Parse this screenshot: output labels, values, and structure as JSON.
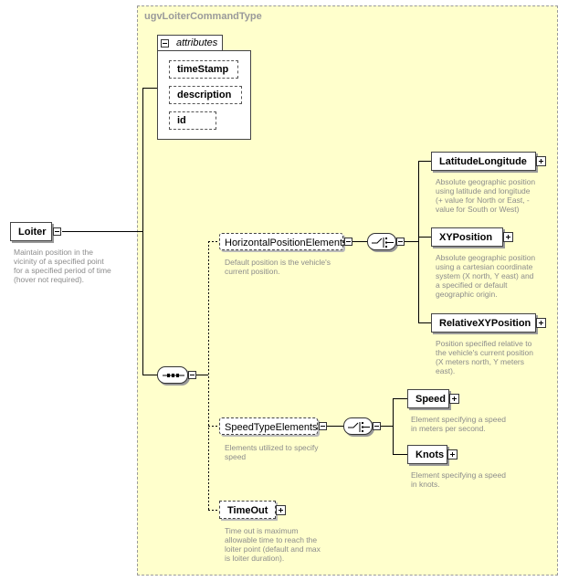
{
  "type_title": "ugvLoiterCommandType",
  "attributes": {
    "label": "attributes",
    "items": [
      "timeStamp",
      "description",
      "id"
    ]
  },
  "root": {
    "name": "Loiter",
    "doc": [
      "Maintain position in the",
      "vicinity of a specified point",
      "for a specified period of time",
      "(hover not required)."
    ]
  },
  "horizontal": {
    "name": "HorizontalPositionElements",
    "doc": [
      "Default position is the vehicle's",
      "current position."
    ],
    "choices": [
      {
        "name": "LatitudeLongitude",
        "doc": [
          "Absolute geographic position",
          "using latitude and longitude",
          "(+ value for North or East, -",
          "value for South or West)"
        ]
      },
      {
        "name": "XYPosition",
        "doc": [
          "Absolute geographic position",
          "using a cartesian coordinate",
          "system (X north, Y east) and",
          "a specified or default",
          "geographic origin."
        ]
      },
      {
        "name": "RelativeXYPosition",
        "doc": [
          "Position specified relative to",
          "the vehicle's current position",
          "(X meters north, Y meters",
          "east)."
        ]
      }
    ]
  },
  "speed": {
    "name": "SpeedTypeElements",
    "doc": [
      "Elements utilized to specify",
      "speed"
    ],
    "choices": [
      {
        "name": "Speed",
        "doc": [
          "Element specifying a speed",
          "in meters per second."
        ]
      },
      {
        "name": "Knots",
        "doc": [
          "Element specifying a speed",
          "in knots."
        ]
      }
    ]
  },
  "timeout": {
    "name": "TimeOut",
    "doc": [
      "Time out is maximum",
      "allowable time to reach the",
      "loiter point (default and max",
      "is loiter duration)."
    ]
  }
}
